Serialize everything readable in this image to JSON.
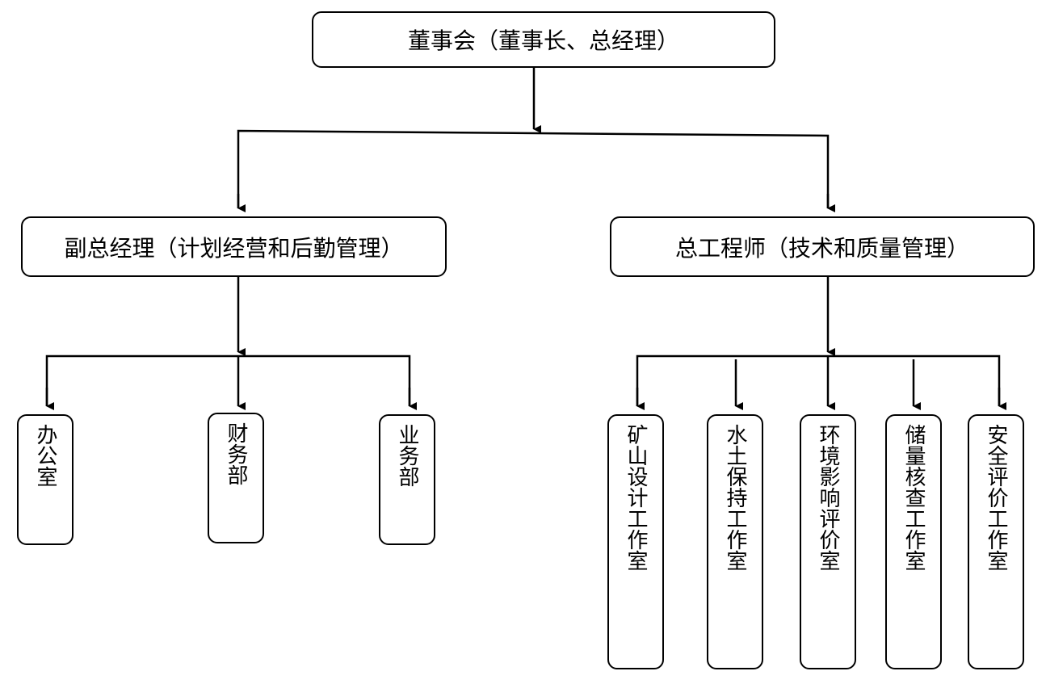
{
  "root": {
    "label": "董事会（董事长、总经理）"
  },
  "left_branch": {
    "label": "副总经理（计划经营和后勤管理）",
    "children": [
      "办公室",
      "财务部",
      "业务部"
    ]
  },
  "right_branch": {
    "label": "总工程师（技术和质量管理）",
    "children": [
      "矿山设计工作室",
      "水土保持工作室",
      "环境影响评价室",
      "储量核查工作室",
      "安全评价工作室"
    ]
  }
}
